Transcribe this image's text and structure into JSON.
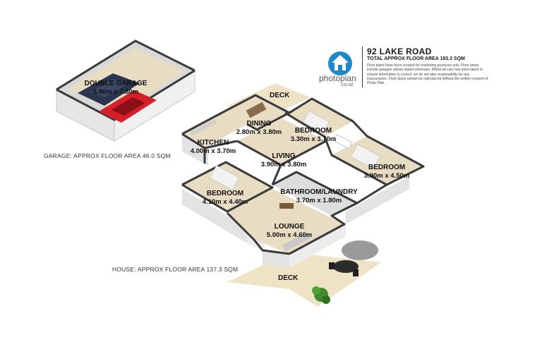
{
  "header": {
    "address": "92 LAKE ROAD",
    "total_area": "TOTAL APPROX FLOOR AREA 183.3 SQM",
    "disclaimer": "Floor plans have been created for marketing purposes only. Floor areas include garages unless stated otherwise. Whilst all care has been taken to ensure information is correct, we do not take responsibility for any inaccuracies. Floor plans cannot be reproduced without the written consent of Photo Plan."
  },
  "logo": {
    "text": "photoplan",
    "sub": ".co.nz",
    "color": "#1e88c9"
  },
  "garage": {
    "name": "DOUBLE GARAGE",
    "dims": "5.90m x 7.80m",
    "area_label": "GARAGE: APPROX FLOOR AREA 46.0 SQM"
  },
  "house": {
    "area_label": "HOUSE: APPROX FLOOR AREA 137.3 SQM"
  },
  "decks": {
    "top": "DECK",
    "bottom": "DECK"
  },
  "rooms": {
    "dining": {
      "name": "DINING",
      "dims": "2.80m x 3.80m"
    },
    "kitchen": {
      "name": "KITCHEN",
      "dims": "4.00m x 3.70m"
    },
    "bedroom1": {
      "name": "BEDROOM",
      "dims": "3.30m x 3.70m"
    },
    "living": {
      "name": "LIVING",
      "dims": "3.90m x 3.80m"
    },
    "bedroom2": {
      "name": "BEDROOM",
      "dims": "3.90m x 4.50m"
    },
    "bedroom3": {
      "name": "BEDROOM",
      "dims": "4.10m x 4.40m"
    },
    "bathroom": {
      "name": "BATHROOM/LAUNDRY",
      "dims": "3.70m x 1.80m"
    },
    "lounge": {
      "name": "LOUNGE",
      "dims": "5.00m x 4.60m"
    }
  },
  "colors": {
    "floor": "#e8dcc2",
    "deck": "#efe3c6",
    "wall_top": "#3a3a3a",
    "wall_side": "#d9d9d9",
    "car_red": "#d4202a",
    "car_navy": "#2b3550"
  }
}
